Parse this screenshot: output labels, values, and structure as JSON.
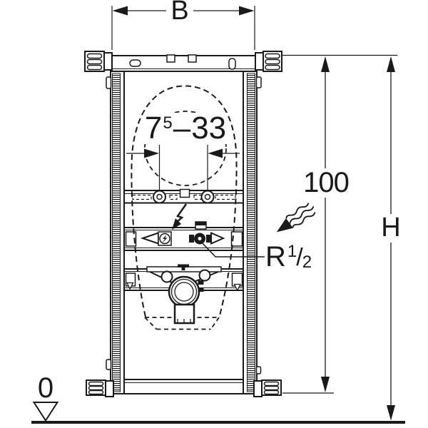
{
  "drawing": {
    "kind": "technical installation drawing",
    "subject": "wall-mounted washbasin installation frame, front view"
  },
  "labels": {
    "width": "B",
    "fixing_range": {
      "lead": "7",
      "sup": "5",
      "sep": "–",
      "tail": "33"
    },
    "upper_height": "100",
    "total_height": "H",
    "water_thread": {
      "lead": "R",
      "numerator": "1",
      "slash": "/",
      "denominator": "2"
    },
    "floor_datum": "0"
  },
  "icons": {
    "electrical": "lightning-arrow-icon",
    "flow": "wavy-flow-arrow-icon",
    "datum": "floor-datum-triangle-icon"
  },
  "colors": {
    "ink": "#1a1a1a",
    "paper": "#ffffff"
  }
}
